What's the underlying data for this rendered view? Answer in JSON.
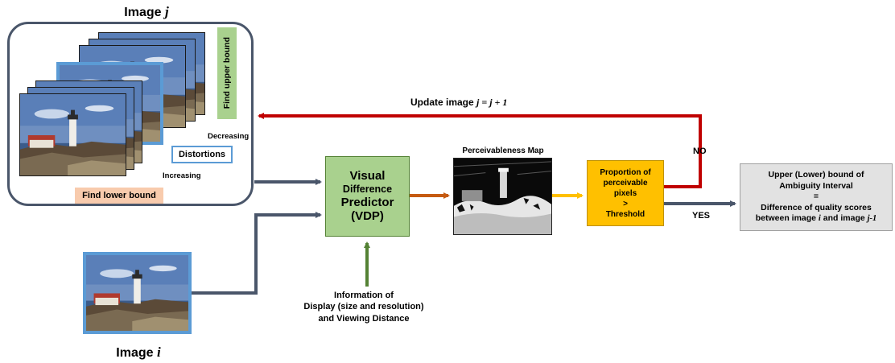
{
  "image_j": {
    "label_prefix": "Image ",
    "label_var": "j"
  },
  "image_i": {
    "label_prefix": "Image ",
    "label_var": "i"
  },
  "find_upper_bound": "Find upper bound",
  "find_lower_bound": "Find lower bound",
  "distortions": "Distortions",
  "decreasing": "Decreasing",
  "increasing": "Increasing",
  "update": {
    "prefix": "Update image ",
    "expr": "j = j + 1"
  },
  "vdp": {
    "line1": "Visual",
    "line2": "Difference",
    "line3": "Predictor",
    "line4": "(VDP)"
  },
  "perceivableness_map": "Perceivableness Map",
  "proportion": {
    "line1": "Proportion of",
    "line2": "perceivable",
    "line3": "pixels",
    "line4": ">",
    "line5": "Threshold"
  },
  "no_label": "NO",
  "yes_label": "YES",
  "result": {
    "line1": "Upper (Lower) bound of",
    "line2": "Ambiguity Interval",
    "line3": "=",
    "line4": "Difference of quality scores",
    "line5_prefix": "between image ",
    "line5_var_i": "i",
    "line5_mid": " and image ",
    "line5_var_j": "j-1"
  },
  "info": {
    "line1": "Information of",
    "line2": "Display (size and resolution)",
    "line3": "and Viewing Distance"
  },
  "colors": {
    "dark_arrow": "#4a566a",
    "red_arrow": "#c00000",
    "orange_arrow": "#c55a11",
    "yellow_arrow": "#ffc000",
    "green_arrow": "#548235",
    "vdp_fill": "#a9d18e",
    "threshold_fill": "#ffc000",
    "result_fill": "#e2e2e2",
    "upper_fill": "#a9d18e",
    "lower_fill": "#f8cbad",
    "frame_blue": "#5b9bd5"
  }
}
